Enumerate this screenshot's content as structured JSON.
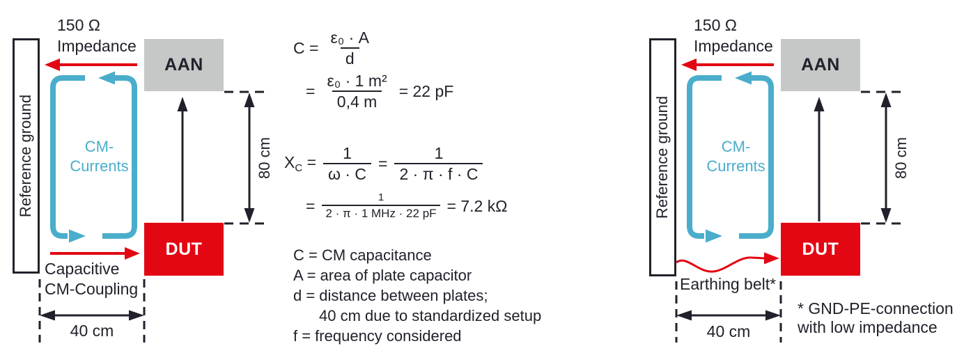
{
  "colors": {
    "red": "#e30613",
    "blue": "#4aadcb",
    "gray": "#c6c7c7",
    "dark": "#21212b"
  },
  "diagram_left": {
    "impedance_value": "150 Ω",
    "impedance_label": "Impedance",
    "reference_ground_label": "Reference ground",
    "aan_label": "AAN",
    "dut_label": "DUT",
    "cm_line1": "CM-",
    "cm_line2": "Currents",
    "height_dim": "80 cm",
    "width_dim": "40 cm",
    "coupling_line1": "Capacitive",
    "coupling_line2": "CM-Coupling"
  },
  "diagram_right": {
    "impedance_value": "150 Ω",
    "impedance_label": "Impedance",
    "reference_ground_label": "Reference ground",
    "aan_label": "AAN",
    "dut_label": "DUT",
    "cm_line1": "CM-",
    "cm_line2": "Currents",
    "height_dim": "80 cm",
    "width_dim": "40 cm",
    "earthing_label": "Earthing belt*",
    "footnote_line1": "* GND-PE-connection",
    "footnote_line2": "with low impedance"
  },
  "formulas": {
    "capacitance": {
      "lhs": "C =",
      "numerator1": "ε₀ · A",
      "denominator1": "d",
      "equals2": "=",
      "numerator2": "ε₀ · 1 m²",
      "denominator2": "0,4 m",
      "result2": "= 22 pF"
    },
    "reactance": {
      "symbol": "X",
      "symbol_sub": "C",
      "equals1": "=",
      "numerator1": "1",
      "denominator1": "ω · C",
      "equals2": "=",
      "numerator2": "1",
      "denominator2": "2 · π · f · C",
      "equals3": "=",
      "numerator3": "1",
      "denominator3": "2 · π · 1 MHz · 22 pF",
      "result": "= 7.2 kΩ"
    },
    "legend": [
      "C = CM capacitance",
      "A = area of plate capacitor",
      "d = distance between plates;",
      "40 cm due to standardized setup",
      "f = frequency considered"
    ]
  }
}
